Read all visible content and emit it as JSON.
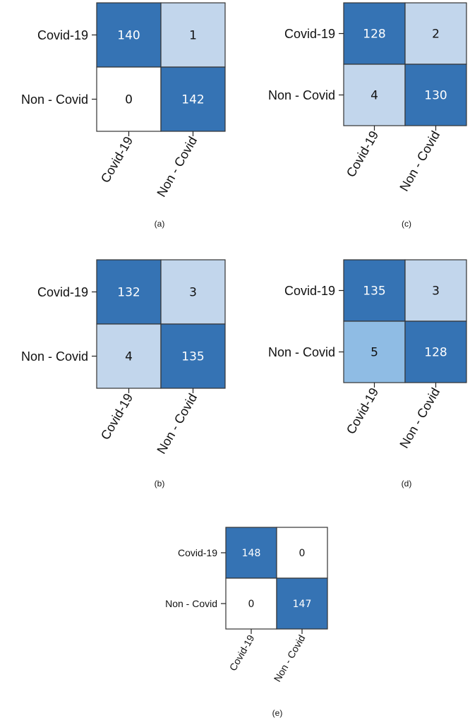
{
  "colors": {
    "dark": "#3573b4",
    "light": "#c2d6ec",
    "mid": "#8fbce4",
    "empty": "#ffffff",
    "text_dark": "#ffffff",
    "text_light": "#111111"
  },
  "chart_data": [
    {
      "type": "heatmap",
      "caption": "(a)",
      "rows": [
        "Covid-19",
        "Non - Covid"
      ],
      "cols": [
        "Covid-19",
        "Non - Covid"
      ],
      "values": [
        [
          140,
          1
        ],
        [
          0,
          142
        ]
      ],
      "shade": [
        [
          "dark",
          "light"
        ],
        [
          "empty",
          "dark"
        ]
      ]
    },
    {
      "type": "heatmap",
      "caption": "(c)",
      "rows": [
        "Covid-19",
        "Non - Covid"
      ],
      "cols": [
        "Covid-19",
        "Non - Covid"
      ],
      "values": [
        [
          128,
          2
        ],
        [
          4,
          130
        ]
      ],
      "shade": [
        [
          "dark",
          "light"
        ],
        [
          "light",
          "dark"
        ]
      ]
    },
    {
      "type": "heatmap",
      "caption": "(b)",
      "rows": [
        "Covid-19",
        "Non - Covid"
      ],
      "cols": [
        "Covid-19",
        "Non - Covid"
      ],
      "values": [
        [
          132,
          3
        ],
        [
          4,
          135
        ]
      ],
      "shade": [
        [
          "dark",
          "light"
        ],
        [
          "light",
          "dark"
        ]
      ]
    },
    {
      "type": "heatmap",
      "caption": "(d)",
      "rows": [
        "Covid-19",
        "Non - Covid"
      ],
      "cols": [
        "Covid-19",
        "Non - Covid"
      ],
      "values": [
        [
          135,
          3
        ],
        [
          5,
          128
        ]
      ],
      "shade": [
        [
          "dark",
          "light"
        ],
        [
          "mid",
          "dark"
        ]
      ]
    },
    {
      "type": "heatmap",
      "caption": "(e)",
      "rows": [
        "Covid-19",
        "Non - Covid"
      ],
      "cols": [
        "Covid-19",
        "Non - Covid"
      ],
      "values": [
        [
          148,
          0
        ],
        [
          0,
          147
        ]
      ],
      "shade": [
        [
          "dark",
          "empty"
        ],
        [
          "empty",
          "dark"
        ]
      ]
    }
  ]
}
